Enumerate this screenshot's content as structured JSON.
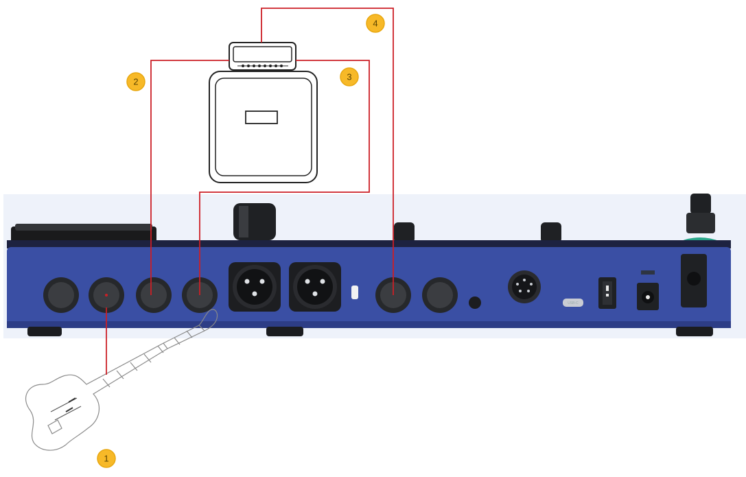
{
  "diagram": {
    "badges": [
      {
        "id": "1",
        "label": "1"
      },
      {
        "id": "2",
        "label": "2"
      },
      {
        "id": "3",
        "label": "3"
      },
      {
        "id": "4",
        "label": "4"
      }
    ],
    "colors": {
      "cable": "#cc1f26",
      "badge": "#f7b928",
      "panel": "#3a4fa4",
      "panel_dark": "#1d2240",
      "jack": "#2b2d30",
      "bg_strip": "#eef2fa"
    },
    "icons": [
      "guitar-icon",
      "amp-head-icon",
      "amp-cabinet-icon",
      "jack-icon",
      "xlr-icon",
      "midi-din-icon",
      "power-switch-icon",
      "dc-jack-icon",
      "usb-port-icon"
    ],
    "usb_label": "USB-C"
  }
}
